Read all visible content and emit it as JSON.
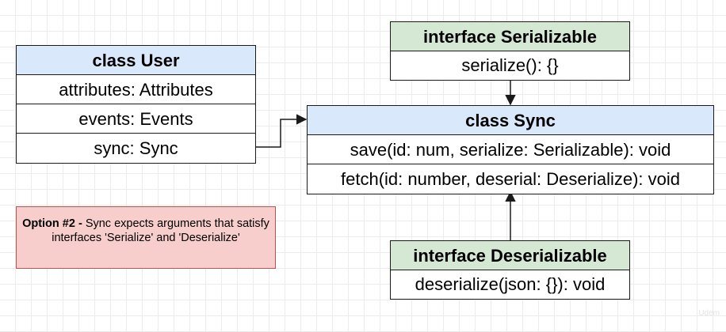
{
  "user_class": {
    "title": "class User",
    "fields": [
      "attributes: Attributes",
      "events: Events",
      "sync: Sync"
    ]
  },
  "serializable_interface": {
    "title": "interface Serializable",
    "methods": [
      "serialize(): {}"
    ]
  },
  "sync_class": {
    "title": "class Sync",
    "methods": [
      "save(id: num, serialize: Serializable): void",
      "fetch(id: number, deserial: Deserialize): void"
    ]
  },
  "deserializable_interface": {
    "title": "interface Deserializable",
    "methods": [
      "deserialize(json: {}): void"
    ]
  },
  "note": {
    "label": "Option #2 -",
    "text": " Sync expects arguments that satisfy interfaces 'Serialize' and 'Deserialize'"
  },
  "watermark": "Udem",
  "colors": {
    "class_header": "#dae8fc",
    "interface_header": "#d5e8d4",
    "note_fill": "#f8cecc",
    "note_border": "#b85450"
  }
}
